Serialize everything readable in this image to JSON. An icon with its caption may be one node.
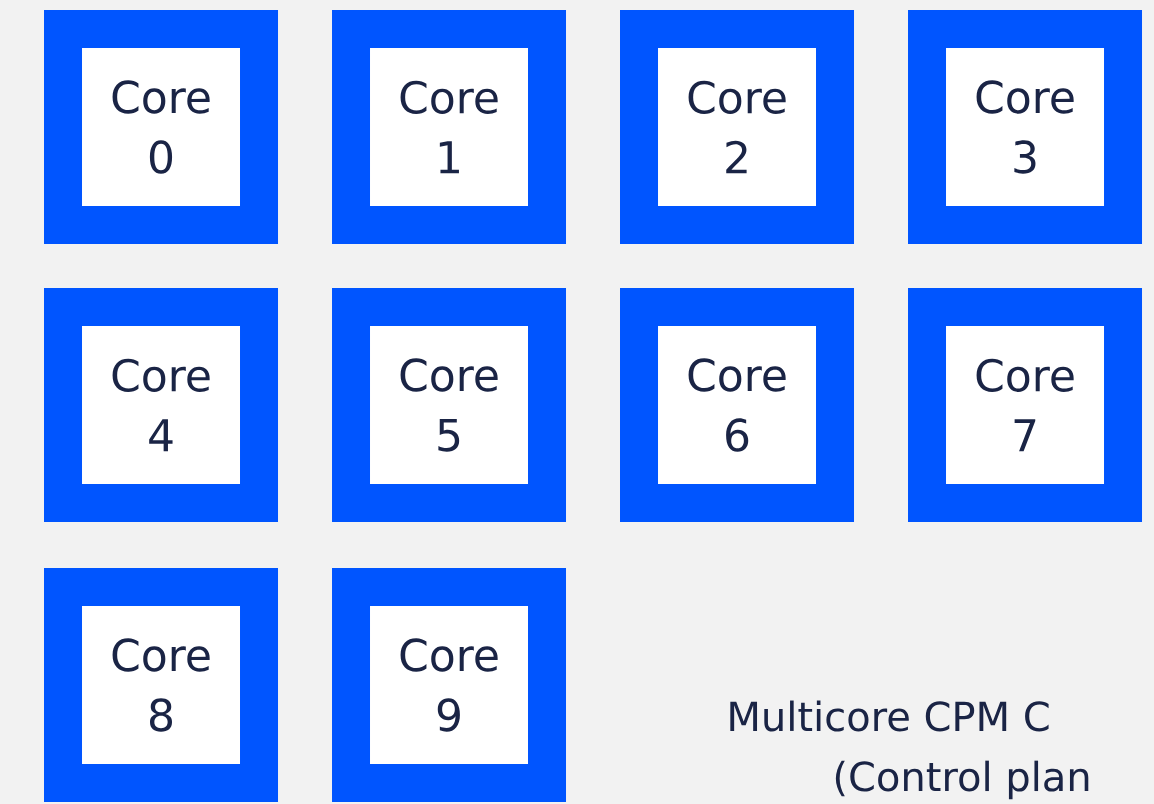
{
  "diagram": {
    "nodes": [
      {
        "text": [
          "Core 0"
        ]
      },
      {
        "text": [
          "Core 1"
        ]
      },
      {
        "text": [
          "Core 2"
        ]
      },
      {
        "text": [
          "Core 3"
        ]
      },
      {
        "text": [
          "Core 4"
        ]
      },
      {
        "text": [
          "Core 5"
        ]
      },
      {
        "text": [
          "Core 6"
        ]
      },
      {
        "text": [
          "Core 7"
        ]
      },
      {
        "text": [
          "Core 8"
        ]
      },
      {
        "text": [
          "Core 9"
        ]
      }
    ],
    "labels": [
      "Multicore CPM C",
      "(Control plan"
    ]
  }
}
